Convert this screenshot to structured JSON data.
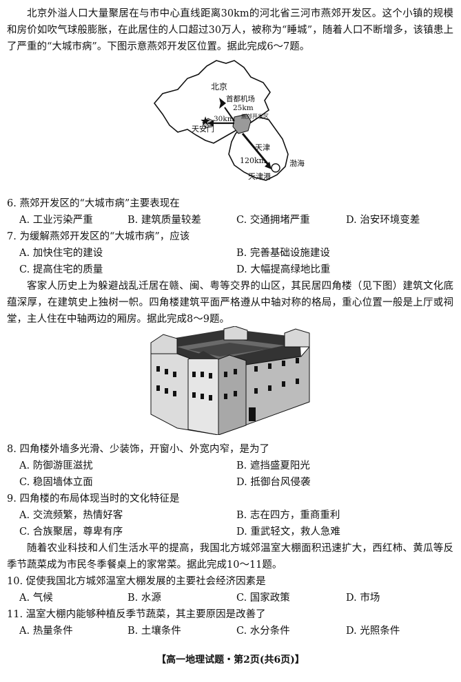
{
  "passage1": "北京外溢人口大量聚居在与市中心直线距离30km的河北省三河市燕郊开发区。这个小镇的规模和房价如吹气球般膨胀，在此居住的人口超过30万人，被称为“睡城”，随着人口不断增多，该镇患上了严重的“大城市病”。下图示意燕郊开发区位置。据此完成6～7题。",
  "map": {
    "beijing": "北京",
    "airport": "首都机场",
    "km25": "25km",
    "km30": "30km",
    "yanjiao": "燕郊开发区",
    "tiananmen": "天安门",
    "tianjin": "天津",
    "km120": "120km",
    "bohai": "渤海",
    "tianjin_port": "天津港"
  },
  "q6": {
    "stem": "6. 燕郊开发区的“大城市病”主要表现在",
    "a": "A. 工业污染严重",
    "b": "B. 建筑质量较差",
    "c": "C. 交通拥堵严重",
    "d": "D. 治安环境变差"
  },
  "q7": {
    "stem": "7. 为缓解燕郊开发区的“大城市病”，应该",
    "a": "A. 加快住宅的建设",
    "b": "B. 完善基础设施建设",
    "c": "C. 提高住宅的质量",
    "d": "D. 大幅提高绿地比重"
  },
  "passage2": "客家人历史上为躲避战乱迁居在赣、闽、粤等交界的山区，其民居四角楼（见下图）建筑文化底蕴深厚，在建筑史上独树一帜。四角楼建筑平面严格遵从中轴对称的格局，重心位置一般是上厅或祠堂，主人住在中轴两边的厢房。据此完成8～9题。",
  "q8": {
    "stem": "8. 四角楼外墙多光滑、少装饰，开窗小、外宽内窄，是为了",
    "a": "A. 防御游匪滋扰",
    "b": "B. 遮挡盛夏阳光",
    "c": "C. 稳固墙体立面",
    "d": "D. 抵御台风侵袭"
  },
  "q9": {
    "stem": "9. 四角楼的布局体现当时的文化特征是",
    "a": "A. 交流频繁，热情好客",
    "b": "B. 志在四方，重商重利",
    "c": "C. 合族聚居，尊卑有序",
    "d": "D. 重武轻文，救人急难"
  },
  "passage3": "随着农业科技和人们生活水平的提高，我国北方城郊温室大棚面积迅速扩大，西红柿、黄瓜等反季节蔬菜成为市民冬季餐桌上的家常菜。据此完成10～11题。",
  "q10": {
    "stem": "10. 促使我国北方城郊温室大棚发展的主要社会经济因素是",
    "a": "A. 气候",
    "b": "B. 水源",
    "c": "C. 国家政策",
    "d": "D. 市场"
  },
  "q11": {
    "stem": "11. 温室大棚内能够种植反季节蔬菜，其主要原因是改善了",
    "a": "A. 热量条件",
    "b": "B. 土壤条件",
    "c": "C. 水分条件",
    "d": "D. 光照条件"
  },
  "footer": "【高一地理试题・第2页(共6页)】"
}
